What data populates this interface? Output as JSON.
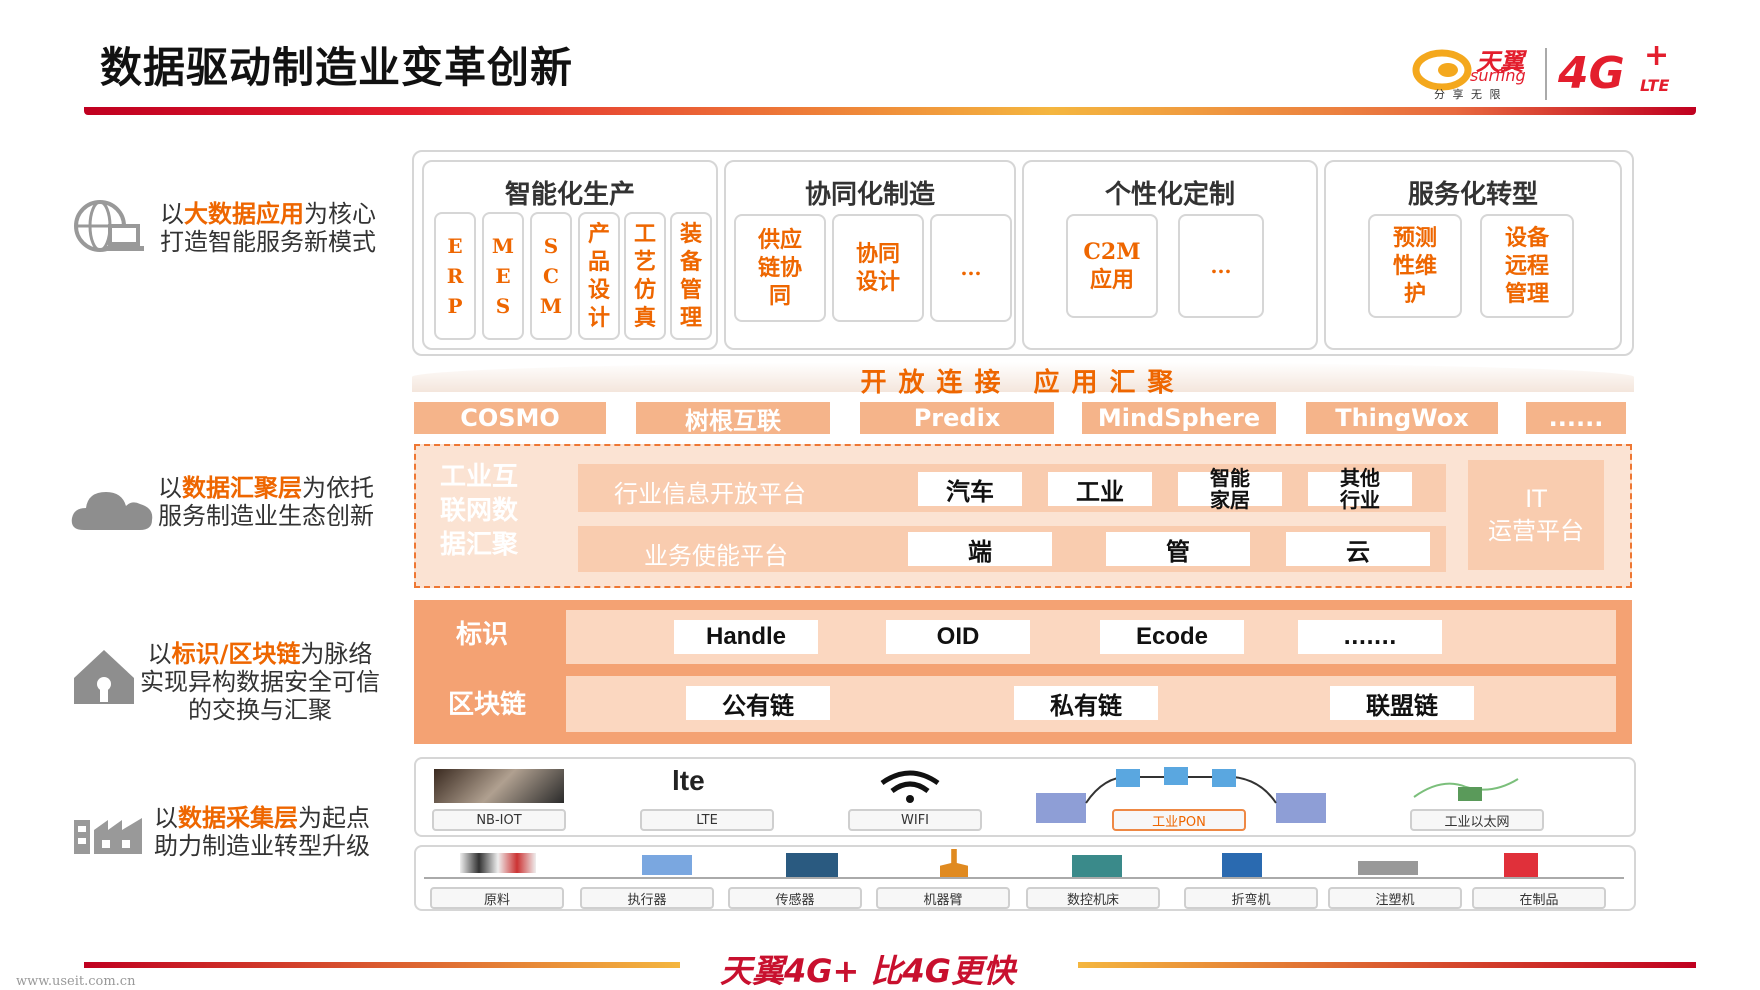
{
  "title": "数据驱动制造业变革创新",
  "brand": {
    "name": "天翼",
    "sub": "surfing",
    "tagline": "分 享 无 限",
    "net": "4G",
    "plus": "+",
    "lte": "LTE",
    "accent": "#e31e2d"
  },
  "side": [
    {
      "pre": "以",
      "hl": "大数据应用",
      "post": "为核心",
      "line2": "打造智能服务新模式",
      "icon": "globe-computer-icon"
    },
    {
      "pre": "以",
      "hl": "数据汇聚层",
      "post": "为依托",
      "line2": "服务制造业生态创新",
      "icon": "cloud-icon"
    },
    {
      "pre": "以",
      "hl": "标识/区块链",
      "post": "为脉络",
      "line2": "实现异构数据安全可信",
      "line3": "的交换与汇聚",
      "icon": "house-icon"
    },
    {
      "pre": "以",
      "hl": "数据采集层",
      "post": "为起点",
      "line2": "助力制造业转型升级",
      "icon": "factory-icon"
    }
  ],
  "groups": [
    {
      "title": "智能化生产",
      "items": [
        "E\nR\nP",
        "M\nE\nS",
        "S\nC\nM",
        "产\n品\n设\n计",
        "工\n艺\n仿\n真",
        "装\n备\n管\n理"
      ]
    },
    {
      "title": "协同化制造",
      "items": [
        "供应\n链协\n同",
        "协同\n设计",
        "..."
      ]
    },
    {
      "title": "个性化定制",
      "items": [
        "C2M\n应用",
        "..."
      ]
    },
    {
      "title": "服务化转型",
      "items": [
        "预测\n性维\n护",
        "设备\n远程\n管理"
      ]
    }
  ],
  "open_label": "开放连接 应用汇聚",
  "platforms": [
    "COSMO",
    "树根互联",
    "Predix",
    "MindSphere",
    "ThingWox",
    "......"
  ],
  "aggregation": {
    "left_label": "工业互\n联网数\n据汇聚",
    "row1": {
      "label": "行业信息开放平台",
      "items": [
        "汽车",
        "工业",
        "智能\n家居",
        "其他\n行业"
      ]
    },
    "row2": {
      "label": "业务使能平台",
      "items": [
        "端",
        "管",
        "云"
      ]
    },
    "right_label": "IT\n运营平台"
  },
  "identity": {
    "row1": {
      "label": "标识",
      "items": [
        "Handle",
        "OID",
        "Ecode",
        "......."
      ]
    },
    "row2": {
      "label": "区块链",
      "items": [
        "公有链",
        "私有链",
        "联盟链"
      ]
    }
  },
  "network": [
    "NB-IOT",
    "LTE",
    "WIFI",
    "工业PON",
    "工业以太网"
  ],
  "lte_logo": "lte",
  "devices": [
    "原料",
    "执行器",
    "传感器",
    "机器臂",
    "数控机床",
    "折弯机",
    "注塑机",
    "在制品"
  ],
  "footer": {
    "slogan": "天翼4G+ 比4G更快",
    "watermark": "www.useit.com.cn"
  }
}
